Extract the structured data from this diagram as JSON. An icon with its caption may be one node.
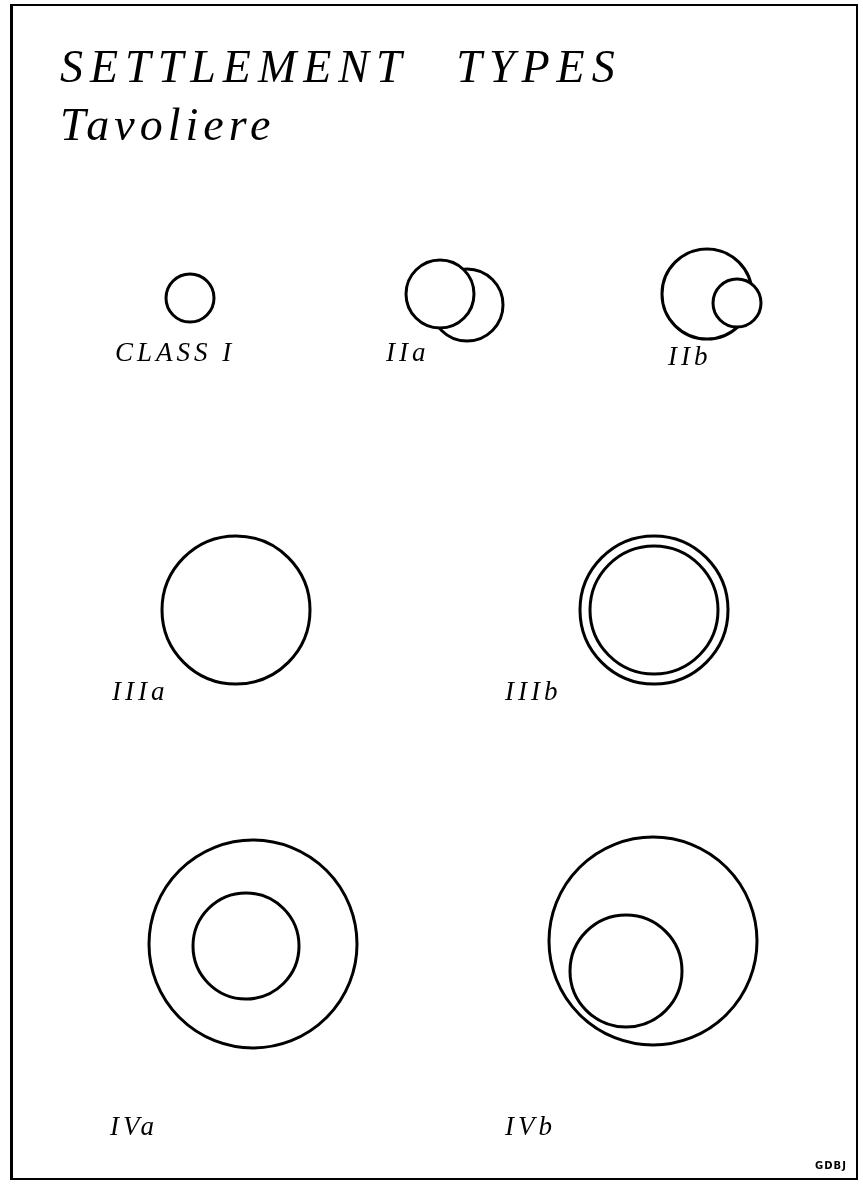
{
  "diagram": {
    "title": "SETTLEMENT TYPES",
    "labels": [
      "Tavoliere",
      "CLASS I",
      "IIa",
      "IIb",
      "IIIa",
      "IIIb",
      "IVa",
      "IVb",
      "GDBJ"
    ]
  }
}
